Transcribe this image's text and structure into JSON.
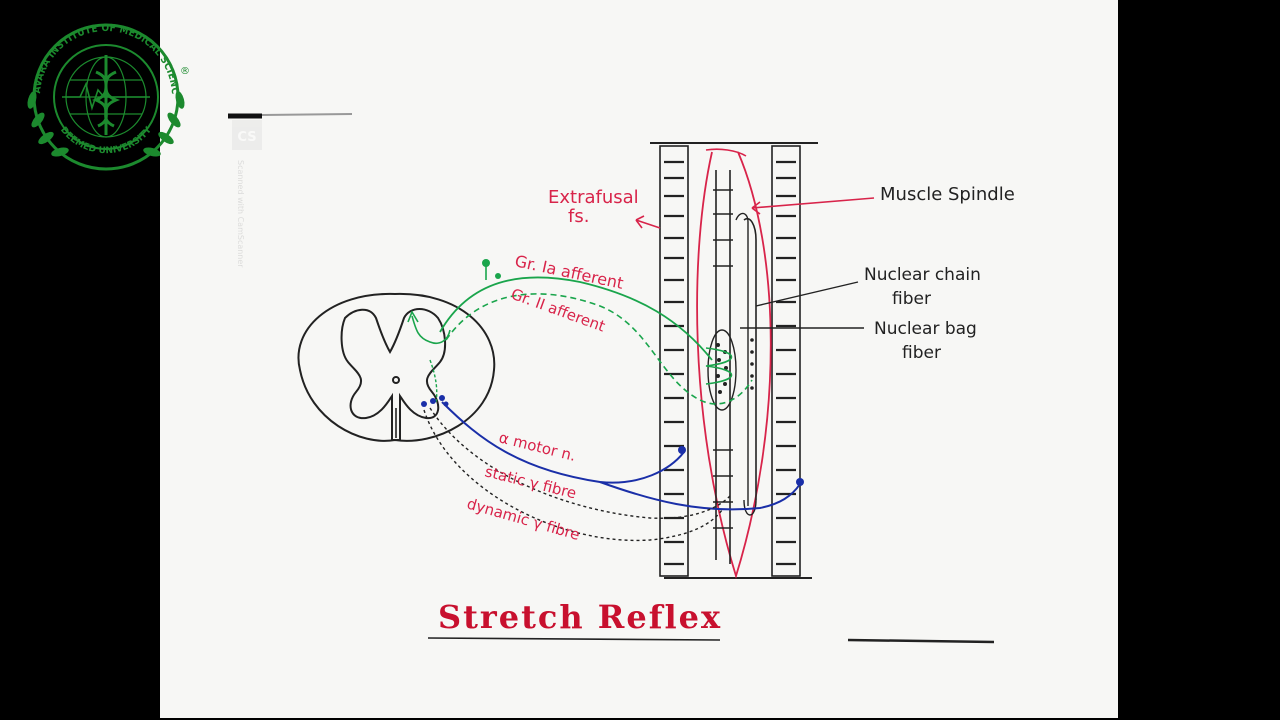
{
  "logo": {
    "ring_text_top": "PRAVARA INSTITUTE OF MEDICAL SCIENCES",
    "ring_text_bottom": "DEEMED UNIVERSITY",
    "registered_mark": "®",
    "color": "#1c8a2e"
  },
  "watermark": {
    "badge": "CS",
    "text": "Scanned with CamScanner"
  },
  "diagram": {
    "title": "Stretch Reflex",
    "labels": {
      "extrafusal_line1": "Extrafusal",
      "extrafusal_line2": "fs.",
      "muscle_spindle": "Muscle Spindle",
      "nuclear_chain_line1": "Nuclear chain",
      "nuclear_chain_line2": "fiber",
      "nuclear_bag_line1": "Nuclear bag",
      "nuclear_bag_line2": "fiber",
      "gr_ia": "Gr. Ia afferent",
      "gr_ii": "Gr. II afferent",
      "alpha_motor": "α motor n.",
      "static_gamma": "static γ fibre",
      "dynamic_gamma": "dynamic γ fibre"
    },
    "colors": {
      "red": "#d8244a",
      "green": "#1aa54c",
      "blue": "#1a2fa8",
      "black": "#222222"
    }
  }
}
